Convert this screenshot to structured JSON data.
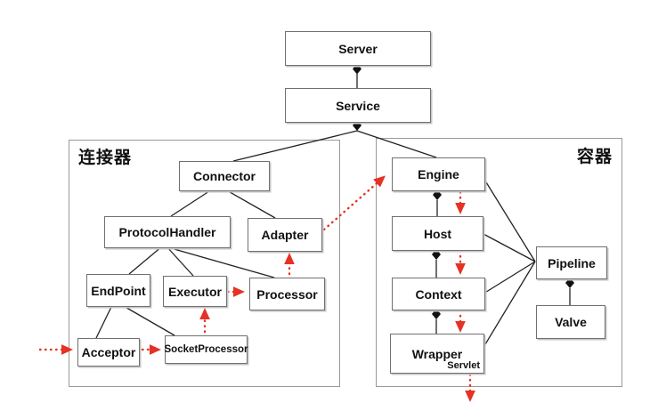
{
  "groups": {
    "connector": {
      "label": "连接器"
    },
    "container": {
      "label": "容器"
    }
  },
  "nodes": {
    "server": {
      "label": "Server"
    },
    "service": {
      "label": "Service"
    },
    "connector": {
      "label": "Connector"
    },
    "protocol_handler": {
      "label": "ProtocolHandler"
    },
    "adapter": {
      "label": "Adapter"
    },
    "endpoint": {
      "label": "EndPoint"
    },
    "executor": {
      "label": "Executor"
    },
    "processor": {
      "label": "Processor"
    },
    "acceptor": {
      "label": "Acceptor"
    },
    "socket_processor": {
      "label": "SocketProcessor"
    },
    "engine": {
      "label": "Engine"
    },
    "host": {
      "label": "Host"
    },
    "context": {
      "label": "Context"
    },
    "wrapper": {
      "label": "Wrapper",
      "sublabel": "Servlet"
    },
    "pipeline": {
      "label": "Pipeline"
    },
    "valve": {
      "label": "Valve"
    }
  },
  "colors": {
    "flow_arrow_red": "#e53224",
    "line_black": "#222222",
    "box_border": "#707070",
    "group_border": "#9a9a9a",
    "background": "#ffffff"
  },
  "edges": {
    "composition_diamond": [
      "Server - Service",
      "Service - Connector",
      "Service - Engine",
      "Engine - Host",
      "Host - Context",
      "Context - Wrapper",
      "Pipeline - Valve"
    ],
    "association": [
      "Connector - ProtocolHandler",
      "Connector - Adapter",
      "ProtocolHandler - EndPoint",
      "ProtocolHandler - Executor",
      "ProtocolHandler - Processor",
      "EndPoint - Acceptor",
      "EndPoint - SocketProcessor",
      "Engine - Pipeline",
      "Host - Pipeline",
      "Context - Pipeline",
      "Wrapper - Pipeline"
    ],
    "request_flow_red_dotted": [
      "(in) - Acceptor",
      "Acceptor - SocketProcessor",
      "SocketProcessor - Executor",
      "Executor - Processor",
      "Processor - Adapter",
      "Adapter - Engine",
      "Engine - Host",
      "Host - Context",
      "Context - Wrapper",
      "Wrapper - (out)"
    ]
  }
}
